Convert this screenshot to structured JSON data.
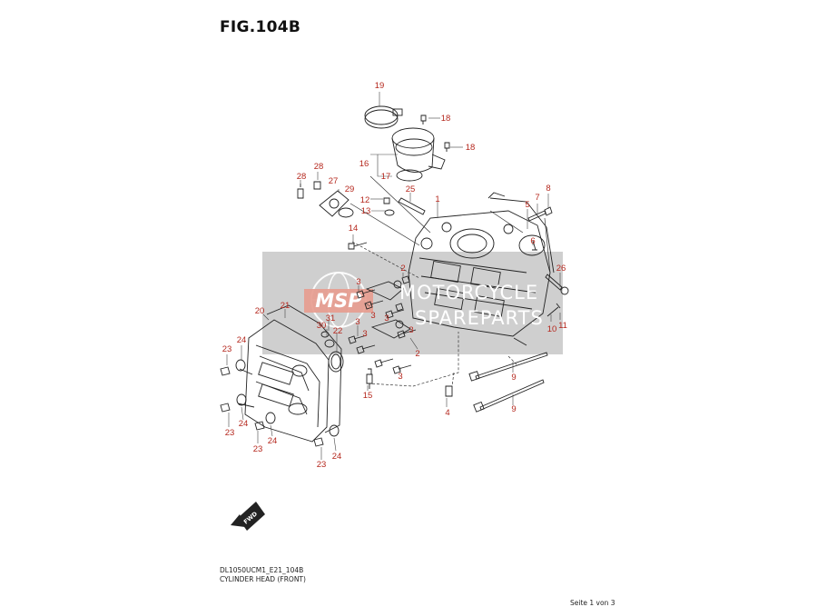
{
  "figure": {
    "title": "FIG.104B",
    "code": "DL1050UCM1_E21_104B",
    "caption": "CYLINDER HEAD (FRONT)",
    "page": "Seite 1 von 3",
    "fwd_label": "FWD"
  },
  "watermark": {
    "logo": "MSP",
    "line1": "MOTORCYCLE",
    "line2": "SPAREPARTS"
  },
  "colors": {
    "callout": "#b5281e",
    "watermark_band": "#a8a8a8"
  },
  "callouts": [
    {
      "id": "c19",
      "label": "19"
    },
    {
      "id": "c18a",
      "label": "18"
    },
    {
      "id": "c18b",
      "label": "18"
    },
    {
      "id": "c16",
      "label": "16"
    },
    {
      "id": "c17",
      "label": "17"
    },
    {
      "id": "c28a",
      "label": "28"
    },
    {
      "id": "c28b",
      "label": "28"
    },
    {
      "id": "c27",
      "label": "27"
    },
    {
      "id": "c29",
      "label": "29"
    },
    {
      "id": "c25",
      "label": "25"
    },
    {
      "id": "c12",
      "label": "12"
    },
    {
      "id": "c13",
      "label": "13"
    },
    {
      "id": "c1",
      "label": "1"
    },
    {
      "id": "c5",
      "label": "5"
    },
    {
      "id": "c7",
      "label": "7"
    },
    {
      "id": "c8",
      "label": "8"
    },
    {
      "id": "c14",
      "label": "14"
    },
    {
      "id": "c6",
      "label": "6"
    },
    {
      "id": "c26",
      "label": "26"
    },
    {
      "id": "c2a",
      "label": "2"
    },
    {
      "id": "c3a",
      "label": "3"
    },
    {
      "id": "c3b",
      "label": "3"
    },
    {
      "id": "c21",
      "label": "21"
    },
    {
      "id": "c20",
      "label": "20"
    },
    {
      "id": "c31",
      "label": "31"
    },
    {
      "id": "c30",
      "label": "30"
    },
    {
      "id": "c22",
      "label": "22"
    },
    {
      "id": "c3c",
      "label": "3"
    },
    {
      "id": "c3d",
      "label": "3"
    },
    {
      "id": "c3e",
      "label": "3"
    },
    {
      "id": "c3f",
      "label": "3"
    },
    {
      "id": "c2b",
      "label": "2"
    },
    {
      "id": "c3g",
      "label": "3"
    },
    {
      "id": "c10",
      "label": "10"
    },
    {
      "id": "c11",
      "label": "11"
    },
    {
      "id": "c24a",
      "label": "24"
    },
    {
      "id": "c23a",
      "label": "23"
    },
    {
      "id": "c15",
      "label": "15"
    },
    {
      "id": "c9a",
      "label": "9"
    },
    {
      "id": "c9b",
      "label": "9"
    },
    {
      "id": "c4",
      "label": "4"
    },
    {
      "id": "c24b",
      "label": "24"
    },
    {
      "id": "c23b",
      "label": "23"
    },
    {
      "id": "c23c",
      "label": "23"
    },
    {
      "id": "c24c",
      "label": "24"
    },
    {
      "id": "c23d",
      "label": "23"
    },
    {
      "id": "c24d",
      "label": "24"
    }
  ]
}
